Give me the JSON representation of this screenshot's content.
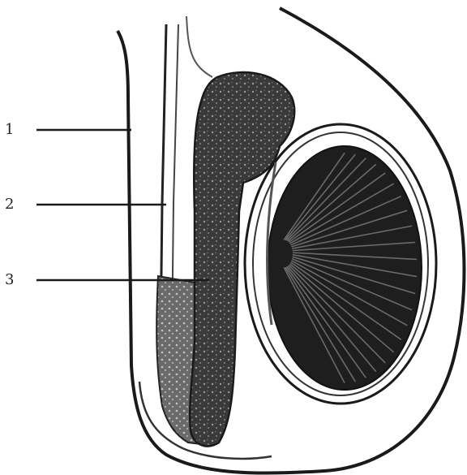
{
  "figure": {
    "labels": [
      {
        "text": "1"
      },
      {
        "text": "2"
      },
      {
        "text": "3"
      }
    ]
  },
  "colors": {
    "ink": "#1a1a1a",
    "tissue_dark": "#2b2b2b",
    "tissue_mid": "#4a4a4a",
    "paper": "#ffffff"
  }
}
